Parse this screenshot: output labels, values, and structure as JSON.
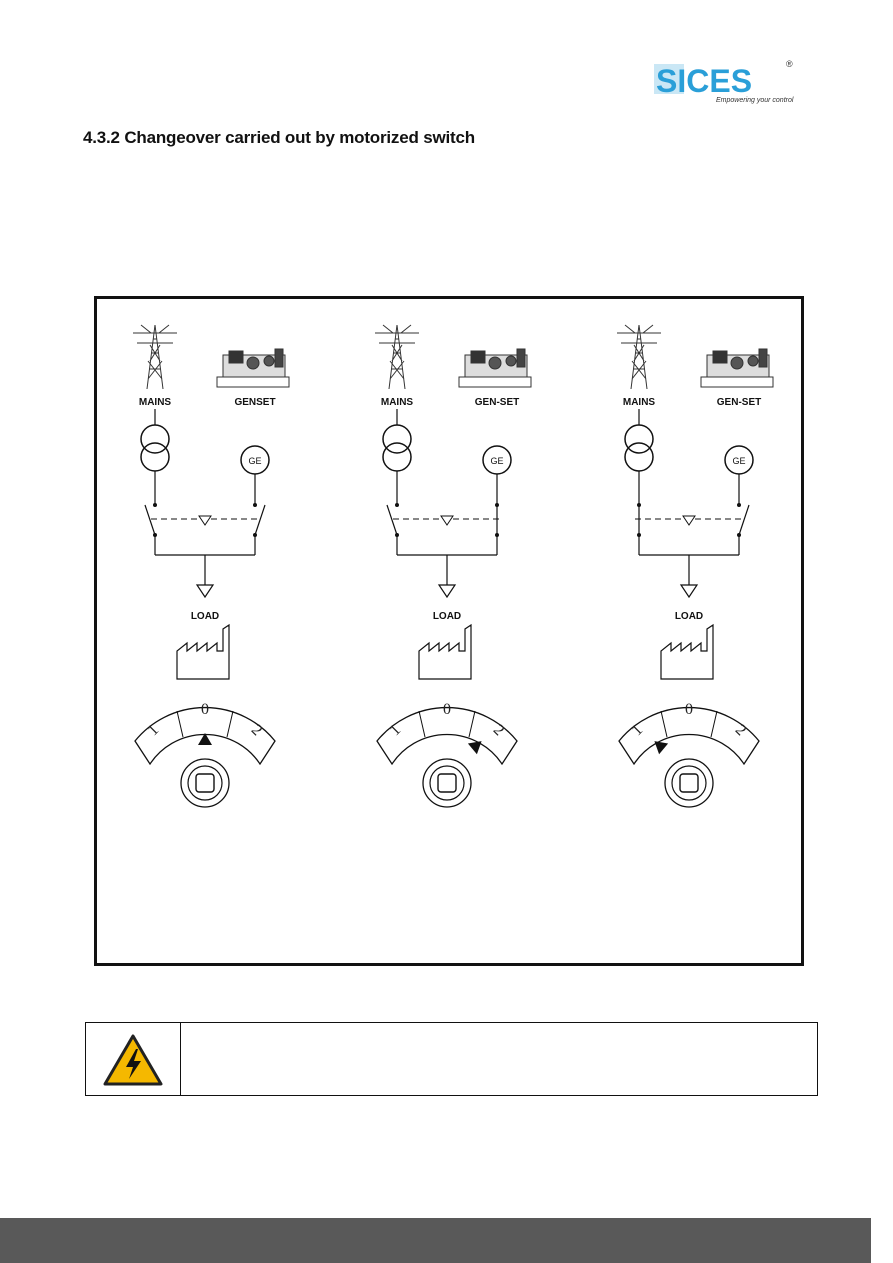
{
  "header": {
    "logo_text": "SICES",
    "logo_tagline": "Empowering your control",
    "logo_mark": "®",
    "brand_color": "#2a9fd8"
  },
  "section": {
    "heading": "4.3.2 Changeover carried out by motorized switch"
  },
  "figure": {
    "panels": [
      {
        "mains_label": "MAINS",
        "genset_label": "GENSET",
        "ge_label": "GE",
        "load_label": "LOAD",
        "dial": [
          "1",
          "0",
          "2"
        ],
        "selected_position": "0"
      },
      {
        "mains_label": "MAINS",
        "genset_label": "GEN-SET",
        "ge_label": "GE",
        "load_label": "LOAD",
        "dial": [
          "1",
          "0",
          "2"
        ],
        "selected_position": "2"
      },
      {
        "mains_label": "MAINS",
        "genset_label": "GEN-SET",
        "ge_label": "GE",
        "load_label": "LOAD",
        "dial": [
          "1",
          "0",
          "2"
        ],
        "selected_position": "1"
      }
    ]
  },
  "warning": {
    "icon": "high-voltage-warning-icon",
    "text": ""
  },
  "footer": {
    "bar_color": "#595959"
  }
}
